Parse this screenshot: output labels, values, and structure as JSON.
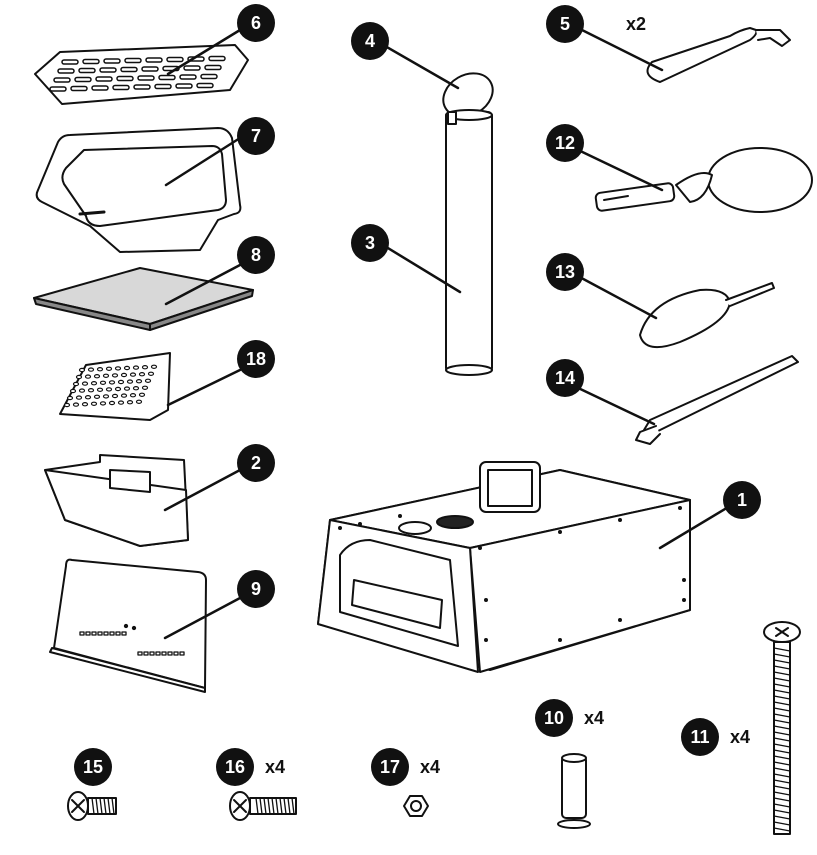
{
  "callouts": [
    {
      "key": "p6",
      "number": "6"
    },
    {
      "key": "p7",
      "number": "7"
    },
    {
      "key": "p8",
      "number": "8"
    },
    {
      "key": "p18",
      "number": "18"
    },
    {
      "key": "p2",
      "number": "2"
    },
    {
      "key": "p9",
      "number": "9"
    },
    {
      "key": "p4",
      "number": "4"
    },
    {
      "key": "p3",
      "number": "3"
    },
    {
      "key": "p5",
      "number": "5",
      "quantity": "x2"
    },
    {
      "key": "p12",
      "number": "12"
    },
    {
      "key": "p13",
      "number": "13"
    },
    {
      "key": "p14",
      "number": "14"
    },
    {
      "key": "p1",
      "number": "1"
    },
    {
      "key": "p10",
      "number": "10",
      "quantity": "x4"
    },
    {
      "key": "p11",
      "number": "11",
      "quantity": "x4"
    },
    {
      "key": "p15",
      "number": "15"
    },
    {
      "key": "p16",
      "number": "16",
      "quantity": "x4"
    },
    {
      "key": "p17",
      "number": "17",
      "quantity": "x4"
    }
  ]
}
